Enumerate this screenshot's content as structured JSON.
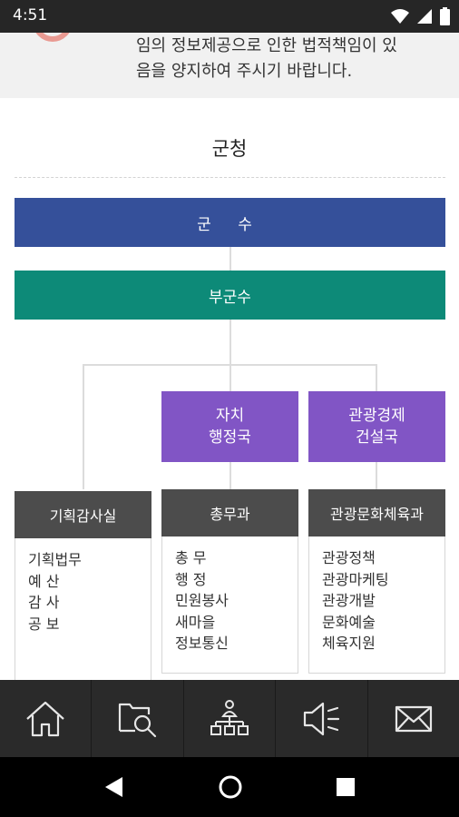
{
  "status_bar": {
    "time": "4:51"
  },
  "notice": {
    "line1": "임의 정보제공으로 인한 법적책임이 있",
    "line2": "음을 양지하여 주시기 바랍니다."
  },
  "section_title": "군청",
  "org": {
    "top": "군 수",
    "deputy": "부군수",
    "bureaus": [
      {
        "line1": "자치",
        "line2": "행정국"
      },
      {
        "line1": "관광경제",
        "line2": "건설국"
      }
    ],
    "departments": [
      {
        "name": "기획감사실",
        "items": [
          "기획법무",
          "예 산",
          "감 사",
          "공 보"
        ]
      },
      {
        "name": "총무과",
        "items": [
          "총 무",
          "행 정",
          "민원봉사",
          "새마을",
          "정보통신"
        ]
      },
      {
        "name": "관광문화체육과",
        "items": [
          "관광정책",
          "관광마케팅",
          "관광개발",
          "문화예술",
          "체육지원"
        ]
      }
    ]
  },
  "bottom_nav": {
    "items": [
      {
        "icon": "home-icon"
      },
      {
        "icon": "folder-search-icon"
      },
      {
        "icon": "org-chart-icon"
      },
      {
        "icon": "speaker-icon"
      },
      {
        "icon": "mail-icon"
      }
    ]
  },
  "colors": {
    "top_bar": "#35509a",
    "deputy_bar": "#0d8a78",
    "bureau": "#8155c5",
    "dept_header": "#4c4c4c"
  }
}
